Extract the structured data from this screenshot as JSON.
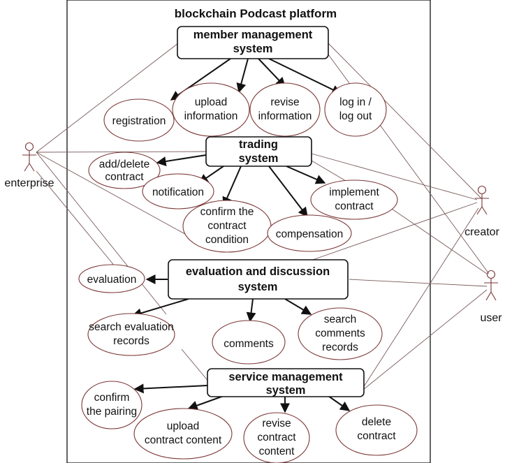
{
  "title": "blockchain Podcast platform",
  "actors": {
    "enterprise": "enterprise",
    "creator": "creator",
    "user": "user"
  },
  "systems": {
    "member": [
      "member management",
      "system"
    ],
    "trading": [
      "trading",
      "system"
    ],
    "evaluation": [
      "evaluation and discussion",
      "system"
    ],
    "service": [
      "service management",
      "system"
    ]
  },
  "use_cases": {
    "registration": [
      "registration"
    ],
    "upload_info": [
      "upload",
      "information"
    ],
    "revise_info": [
      "revise",
      "information"
    ],
    "login": [
      "log in /",
      "log out"
    ],
    "add_delete_contract": [
      "add/delete",
      "contract"
    ],
    "notification": [
      "notification"
    ],
    "confirm_condition": [
      "confirm the",
      "contract",
      "condition"
    ],
    "compensation": [
      "compensation"
    ],
    "implement_contract": [
      "implement",
      "contract"
    ],
    "evaluation": [
      "evaluation"
    ],
    "search_eval_records": [
      "search evaluation",
      "records"
    ],
    "comments": [
      "comments"
    ],
    "search_comments_records": [
      "search",
      "comments",
      "records"
    ],
    "confirm_pairing": [
      "confirm",
      "the pairing"
    ],
    "upload_contract_content": [
      "upload",
      "contract content"
    ],
    "revise_contract_content": [
      "revise",
      "contract",
      "content"
    ],
    "delete_contract": [
      "delete",
      "contract"
    ]
  }
}
